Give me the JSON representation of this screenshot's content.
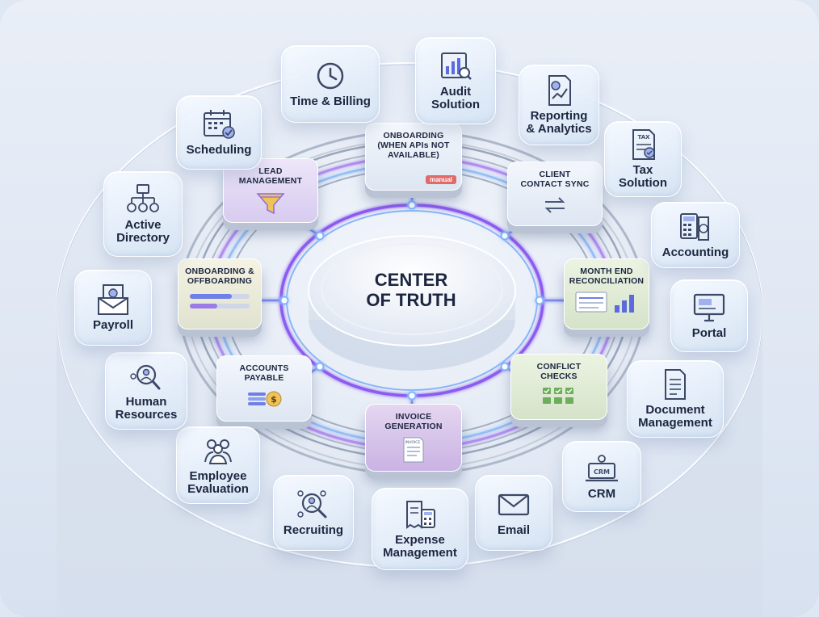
{
  "center": {
    "title": "CENTER\nOF TRUTH"
  },
  "modules": {
    "onboarding_apis": {
      "label": "ONBOARDING\n(WHEN APIs NOT\nAVAILABLE)",
      "badge": "manual"
    },
    "lead_management": {
      "label": "LEAD\nMANAGEMENT"
    },
    "client_contact_sync": {
      "label": "CLIENT\nCONTACT SYNC"
    },
    "onboarding_offboarding": {
      "label": "ONBOARDING &\nOFFBOARDING"
    },
    "month_end": {
      "label": "MONTH END\nRECONCILIATION"
    },
    "accounts_payable": {
      "label": "ACCOUNTS\nPAYABLE"
    },
    "conflict_checks": {
      "label": "CONFLICT\nCHECKS"
    },
    "invoice_generation": {
      "label": "INVOICE\nGENERATION",
      "doc_text": "INVOICE"
    }
  },
  "integrations": {
    "time_billing": {
      "label": "Time & Billing",
      "icon": "clock-icon"
    },
    "audit_solution": {
      "label": "Audit\nSolution",
      "icon": "audit-chart-icon"
    },
    "reporting_analytics": {
      "label": "Reporting\n& Analytics",
      "icon": "report-icon"
    },
    "tax_solution": {
      "label": "Tax\nSolution",
      "icon": "tax-document-icon",
      "icon_text": "TAX"
    },
    "accounting": {
      "label": "Accounting",
      "icon": "calculator-icon"
    },
    "portal": {
      "label": "Portal",
      "icon": "monitor-icon"
    },
    "document_management": {
      "label": "Document\nManagement",
      "icon": "document-icon"
    },
    "crm": {
      "label": "CRM",
      "icon": "crm-laptop-icon",
      "icon_text": "CRM"
    },
    "email": {
      "label": "Email",
      "icon": "envelope-icon"
    },
    "expense_management": {
      "label": "Expense\nManagement",
      "icon": "receipt-calculator-icon"
    },
    "recruiting": {
      "label": "Recruiting",
      "icon": "recruit-search-icon"
    },
    "employee_evaluation": {
      "label": "Employee\nEvaluation",
      "icon": "people-group-icon"
    },
    "human_resources": {
      "label": "Human\nResources",
      "icon": "hr-search-icon"
    },
    "payroll": {
      "label": "Payroll",
      "icon": "payroll-envelope-icon"
    },
    "active_directory": {
      "label": "Active\nDirectory",
      "icon": "directory-tree-icon"
    },
    "scheduling": {
      "label": "Scheduling",
      "icon": "calendar-check-icon"
    }
  }
}
